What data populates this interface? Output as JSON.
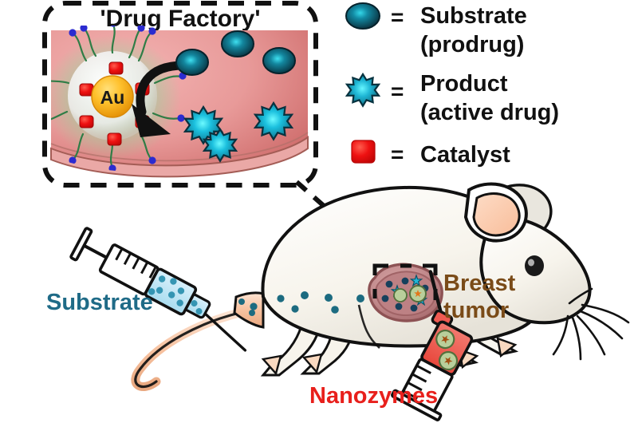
{
  "figure": {
    "title_panel": {
      "label": "'Drug Factory'",
      "core_label": "Au",
      "border_style": "dashed"
    },
    "legend": {
      "equals_sign": "=",
      "items": [
        {
          "icon": "substrate-ellipse-icon",
          "line1": "Substrate",
          "line2": "(prodrug)",
          "color": "#12566b",
          "highlight": "#2fd8e8"
        },
        {
          "icon": "product-star-icon",
          "line1": "Product",
          "line2": "(active drug)",
          "color": "#1a9fc0",
          "highlight": "#2fe4f4"
        },
        {
          "icon": "catalyst-square-icon",
          "line1": "Catalyst",
          "line2": "",
          "color": "#ee1111",
          "highlight": "#ff3b30"
        }
      ]
    },
    "annotations": [
      {
        "id": "substrate-label",
        "text": "Substrate",
        "color": "#1f6b87"
      },
      {
        "id": "breast-tumor-label",
        "line1": "Breast",
        "line2": "tumor",
        "color": "#7a4b18"
      },
      {
        "id": "nanozymes-label",
        "text": "Nanozymes",
        "color": "#e8201c"
      }
    ],
    "colors": {
      "cell_cytoplasm_light": "#f0a6a6",
      "cell_cytoplasm_dark": "#d4706f",
      "membrane": "#e9a5a3",
      "membrane_edge": "#a25b55",
      "gold_core": "#ffc22e",
      "gold_core_edge": "#e08a10",
      "catalyst_red": "#ee1111",
      "polymer_green": "#2f7d46",
      "terminal_blue": "#2b2bd0",
      "halo_green": "#74c47c",
      "substrate_dark": "#0f4f63",
      "substrate_glow": "#22c7dd",
      "product_blue": "#1699bb",
      "product_glow": "#2ff0ff",
      "mouse_body": "#f7f5ee",
      "mouse_outline": "#111111",
      "ear_inner": "#fbcdae",
      "tail": "#f6c4a4",
      "tumor_outer": "#c98f8f",
      "tumor_inner": "#b97a7c",
      "syringe_fluid_blue": "#b7e3f5",
      "syringe_fluid_red": "#ef5a52",
      "nanozyme_dot_green": "#b8cf9a",
      "nanozyme_dot_center": "#e2761a"
    },
    "counts": {
      "substrate_in_cell": 3,
      "product_in_cell": 3,
      "catalyst_squares": 6,
      "bloodstream_dots": 8,
      "tumor_substrate_dots": 6,
      "tumor_product_stars": 3,
      "tumor_nanozymes": 2,
      "syringe_nanozymes": 2
    }
  }
}
